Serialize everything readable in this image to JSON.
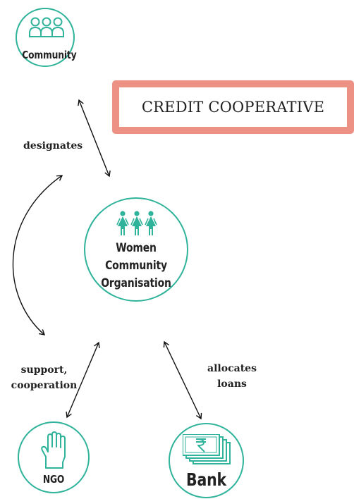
{
  "nodes": {
    "community": {
      "label": "Community",
      "icon": "group-of-people-icon"
    },
    "women": {
      "lines": [
        "Women",
        "Community",
        "Organisation"
      ],
      "icon": "three-women-icon"
    },
    "ngo": {
      "label": "NGO",
      "icon": "raised-hand-icon"
    },
    "bank": {
      "label": "Bank",
      "icon": "rupee-banknotes-icon"
    }
  },
  "cooperative_box": {
    "label": "CREDIT COOPERATIVE"
  },
  "edges": {
    "designates": {
      "label": "designates"
    },
    "support": {
      "lines": [
        "support,",
        "cooperation"
      ]
    },
    "allocates": {
      "lines": [
        "allocates",
        "loans"
      ]
    }
  },
  "colors": {
    "node_border": "#2fb39a",
    "icon": "#2fb39a",
    "box_border": "#ec9184",
    "text": "#222222",
    "arrow": "#111111"
  }
}
